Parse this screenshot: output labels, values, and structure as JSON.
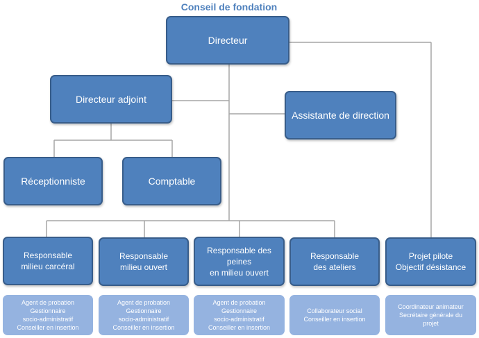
{
  "title": "Conseil de fondation",
  "nodes": {
    "directeur": "Directeur",
    "directeur_adjoint": "Directeur adjoint",
    "assistante": "Assistante de direction",
    "receptionniste": "Réceptionniste",
    "comptable": "Comptable",
    "resp_carceral": [
      "Responsable",
      "milieu carcéral"
    ],
    "resp_ouvert": [
      "Responsable",
      "milieu ouvert"
    ],
    "resp_peines": [
      "Responsable des",
      "peines",
      "en milieu ouvert"
    ],
    "resp_ateliers": [
      "Responsable",
      "des ateliers"
    ],
    "projet_pilote": [
      "Projet pilote",
      "Objectif désistance"
    ]
  },
  "sub_lists": {
    "carceral": [
      "Agent de probation",
      "Gestionnaire",
      "socio-administratif",
      "Conseiller en insertion"
    ],
    "ouvert": [
      "Agent de probation",
      "Gestionnaire",
      "socio-administratif",
      "Conseiller en insertion"
    ],
    "peines": [
      "Agent de probation",
      "Gestionnaire",
      "socio-administratif",
      "Conseiller en insertion"
    ],
    "ateliers": [
      "Collaborateur social",
      "Conseiller en insertion"
    ],
    "projet": [
      "Coordinateur animateur",
      "Secrétaire générale du",
      "projet"
    ]
  },
  "colors": {
    "box": "#4f81bd",
    "border": "#385d8a",
    "sub": "#95b3e0",
    "line": "#a6a6a6",
    "title": "#4f81bd"
  }
}
